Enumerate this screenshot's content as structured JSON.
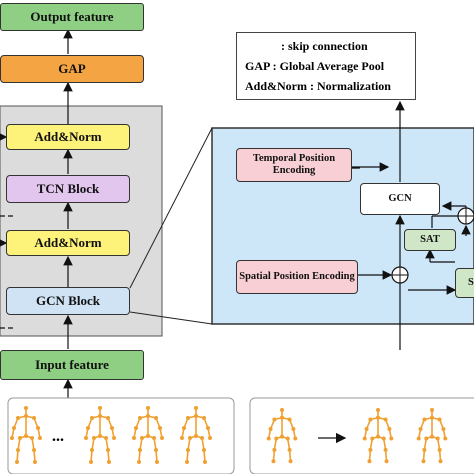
{
  "legend": {
    "skip": ": skip connection",
    "gap": "GAP  : Global Average Pool",
    "addnorm": "Add&Norm : Normalization"
  },
  "blocks": {
    "output": "Output feature",
    "gap": "GAP",
    "addnorm_top": "Add&Norm",
    "tcn": "TCN Block",
    "addnorm_mid": "Add&Norm",
    "gcn_block": "GCN Block",
    "input": "Input feature"
  },
  "detail": {
    "temporal": "Temporal Position Encoding",
    "spatial": "Spatial Position Encoding",
    "gcn": "GCN",
    "sat": "SAT",
    "cut": "S"
  },
  "skeleton_strip": {
    "ellipsis": "..."
  },
  "colors": {
    "output_green": "#8fcf84",
    "gap_orange": "#f4a442",
    "addnorm_yellow": "#fdf27a",
    "tcn_purple": "#e2c6ee",
    "gcn_blue": "#cfe3f5",
    "detail_panel": "#cde6f8",
    "pink": "#f7cfd4",
    "sat_green": "#cfe6c7",
    "gray_panel": "#dcdcdc",
    "skeleton": "#f0a030"
  }
}
